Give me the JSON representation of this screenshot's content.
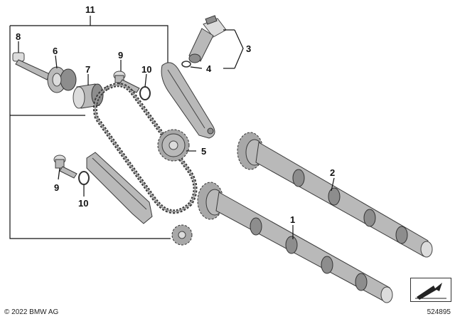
{
  "callouts": {
    "c1": "1",
    "c2": "2",
    "c3": "3",
    "c4": "4",
    "c5": "5",
    "c6": "6",
    "c7": "7",
    "c8": "8",
    "c9a": "9",
    "c9b": "9",
    "c10a": "10",
    "c10b": "10",
    "c11": "11"
  },
  "footer": {
    "copyright": "© 2022 BMW AG",
    "diagram_id": "524895"
  },
  "icons": {
    "nav": "view-direction-arrow-icon"
  }
}
